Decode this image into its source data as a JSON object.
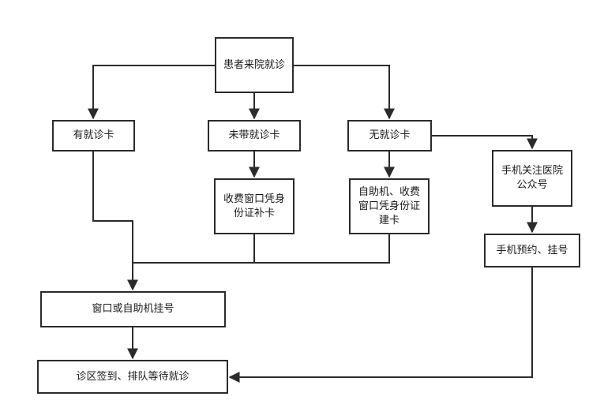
{
  "flowchart": {
    "nodes": {
      "start": "患者来院就诊",
      "has_card": "有就诊卡",
      "no_card_with": "未带就诊卡",
      "no_card": "无就诊卡",
      "reissue": "收费窗口凭身份证补卡",
      "create": "自助机、收费窗口凭身份证建卡",
      "follow": "手机关注医院公众号",
      "register": "窗口或自助机挂号",
      "mobile_register": "手机预约、挂号",
      "clinic": "诊区签到、排队等待就诊"
    }
  },
  "colors": {
    "line": "#2b2b2b",
    "box_border": "#2b2b2b",
    "text": "#1a1a1a",
    "background": "#ffffff"
  }
}
